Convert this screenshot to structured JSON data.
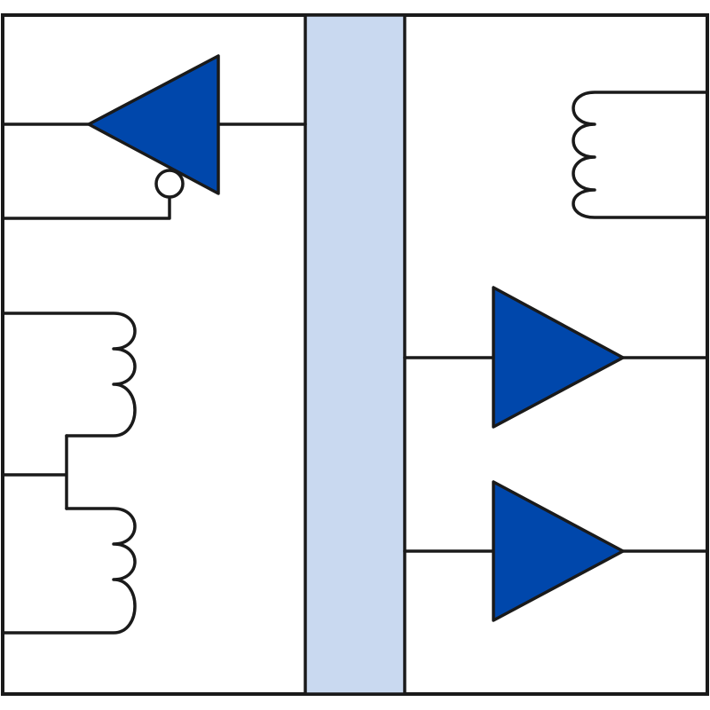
{
  "colors": {
    "background": "#ffffff",
    "line": "#1a1a1a",
    "amplifier_fill": "#0047ab",
    "barrier_fill": "#c9d9f0",
    "bubble_fill": "#ffffff"
  },
  "components": [
    {
      "id": "left-inverting-buffer",
      "type": "buffer-triangle",
      "direction": "left",
      "inverting_bubble": true
    },
    {
      "id": "left-upper-coil",
      "type": "inductor",
      "turns": 3
    },
    {
      "id": "left-lower-coil",
      "type": "inductor",
      "turns": 3
    },
    {
      "id": "right-coil",
      "type": "inductor",
      "turns": 3
    },
    {
      "id": "right-upper-driver",
      "type": "buffer-triangle",
      "direction": "right"
    },
    {
      "id": "right-lower-driver",
      "type": "buffer-triangle",
      "direction": "right"
    }
  ],
  "isolation_barrier": {
    "present": true
  }
}
